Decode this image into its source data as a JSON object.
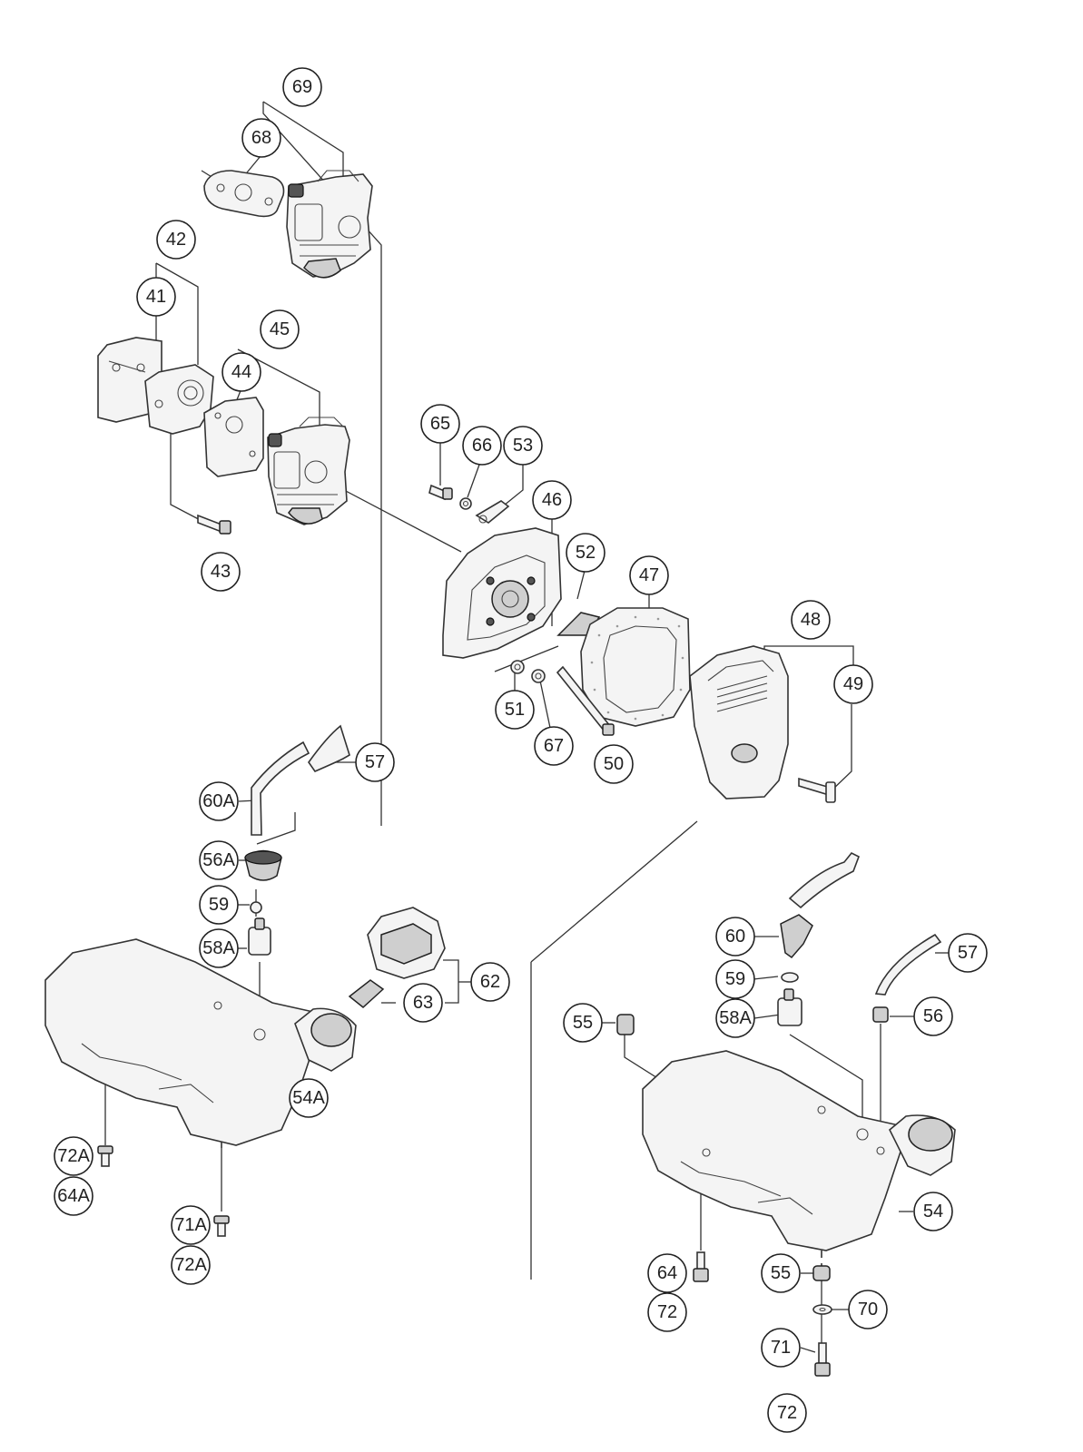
{
  "callouts": [
    {
      "id": "c69",
      "label": "69"
    },
    {
      "id": "c68",
      "label": "68"
    },
    {
      "id": "c42",
      "label": "42"
    },
    {
      "id": "c41",
      "label": "41"
    },
    {
      "id": "c45",
      "label": "45"
    },
    {
      "id": "c44",
      "label": "44"
    },
    {
      "id": "c43",
      "label": "43"
    },
    {
      "id": "c65",
      "label": "65"
    },
    {
      "id": "c66",
      "label": "66"
    },
    {
      "id": "c53",
      "label": "53"
    },
    {
      "id": "c46",
      "label": "46"
    },
    {
      "id": "c52",
      "label": "52"
    },
    {
      "id": "c47",
      "label": "47"
    },
    {
      "id": "c48",
      "label": "48"
    },
    {
      "id": "c49",
      "label": "49"
    },
    {
      "id": "c51",
      "label": "51"
    },
    {
      "id": "c67",
      "label": "67"
    },
    {
      "id": "c50",
      "label": "50"
    },
    {
      "id": "c57a",
      "label": "57"
    },
    {
      "id": "c60A",
      "label": "60A"
    },
    {
      "id": "c56A",
      "label": "56A"
    },
    {
      "id": "c59a",
      "label": "59"
    },
    {
      "id": "c58Aa",
      "label": "58A"
    },
    {
      "id": "c62",
      "label": "62"
    },
    {
      "id": "c63",
      "label": "63"
    },
    {
      "id": "c54A",
      "label": "54A"
    },
    {
      "id": "c72Aa",
      "label": "72A"
    },
    {
      "id": "c64A",
      "label": "64A"
    },
    {
      "id": "c71A",
      "label": "71A"
    },
    {
      "id": "c72Ab",
      "label": "72A"
    },
    {
      "id": "c60",
      "label": "60"
    },
    {
      "id": "c57b",
      "label": "57"
    },
    {
      "id": "c59b",
      "label": "59"
    },
    {
      "id": "c55a",
      "label": "55"
    },
    {
      "id": "c58Ab",
      "label": "58A"
    },
    {
      "id": "c56",
      "label": "56"
    },
    {
      "id": "c54",
      "label": "54"
    },
    {
      "id": "c64",
      "label": "64"
    },
    {
      "id": "c55b",
      "label": "55"
    },
    {
      "id": "c72a",
      "label": "72"
    },
    {
      "id": "c70",
      "label": "70"
    },
    {
      "id": "c71",
      "label": "71"
    },
    {
      "id": "c72b",
      "label": "72"
    }
  ]
}
